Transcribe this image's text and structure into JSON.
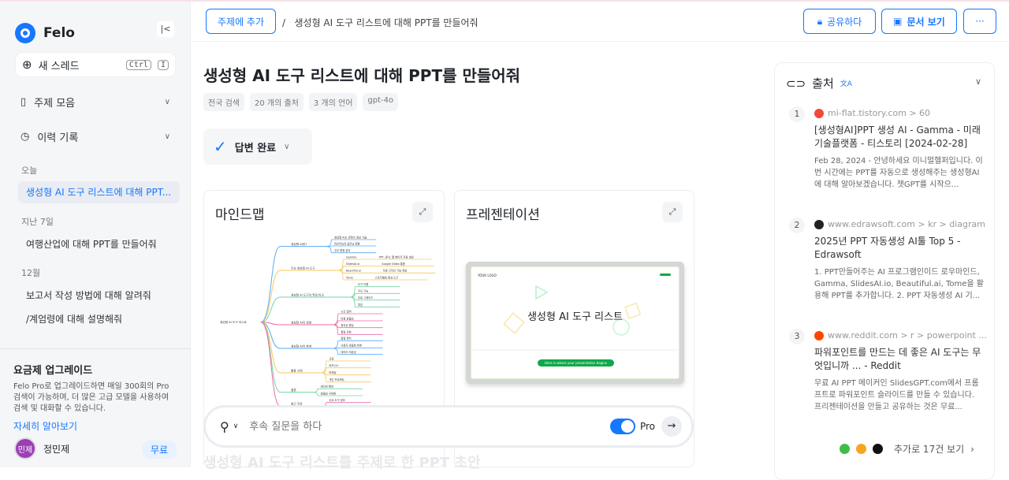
{
  "app": {
    "name": "Felo",
    "collapse_icon": "collapse-left-icon"
  },
  "sidebar": {
    "new_thread": "새 스레드",
    "shortcut": [
      "Ctrl",
      "I"
    ],
    "collections": "주제 모음",
    "history": "이력 기록",
    "groups": [
      {
        "label": "오늘",
        "items": [
          "생성형 AI 도구 리스트에 대해 PPT..."
        ]
      },
      {
        "label": "지난 7일",
        "items": [
          "여행산업에 대해 PPT를 만들어줘"
        ]
      },
      {
        "label": "12월",
        "items": [
          "보고서 작성 방법에 대해 알려줘",
          "/계엄령에 대해 설명해줘"
        ]
      }
    ],
    "upgrade": {
      "title": "요금제 업그레이드",
      "desc": "Felo Pro로 업그레이드하면 매일 300회의 Pro 검색이 가능하며, 더 많은 고급 모델을 사용하여 검색 및 대화할 수 있습니다.",
      "link": "자세히 알아보기"
    },
    "user": {
      "avatar": "민제",
      "name": "정민제",
      "plan": "무료"
    }
  },
  "topbar": {
    "add_topic": "주제에 추가",
    "separator": "/",
    "breadcrumb": "생성형 AI 도구 리스트에 대해 PPT를 만들어줘",
    "share": "공유하다",
    "view_doc": "문서 보기",
    "more": "···"
  },
  "main": {
    "title": "생성형 AI 도구 리스트에 대해 PPT를 만들어줘",
    "tags": [
      "전국 검색",
      "20 개의 출처",
      "3 개의 언어",
      "gpt-4o"
    ],
    "status": "답변 완료",
    "mindmap": {
      "title": "마인드맵",
      "root": "생성형 AI 도구 리스트",
      "branches": [
        {
          "label": "생성형 AI란?",
          "color": "#5aa9f7",
          "children": [
            "생성형 AI는 콘텐츠 생성 기술",
            "머신러닝과 딥러닝 활용",
            "주요 활용 분야"
          ]
        },
        {
          "label": "주요 생성형 AI 도구",
          "color": "#f9c75e",
          "children": [
            "Gamma",
            "SlidesAI.io",
            "Beautiful.ai",
            "Tome"
          ],
          "notes": [
            "PPT, 문서, 웹 페이지 자동 생성",
            "Google Slides 통합",
            "자동 디자인 기능 제공",
            "스토리텔링 중심 도구"
          ]
        },
        {
          "label": "생성형 AI 도구의 특징 비교",
          "color": "#6fd6a0",
          "children": [
            "도구 이름",
            "주요 기능",
            "무료 그레이드",
            "특징"
          ]
        },
        {
          "label": "생성형 AI의 장점",
          "color": "#ee6aa7",
          "children": [
            "시간 절약",
            "비용 효율성",
            "창의성 향상",
            "협업 강화"
          ]
        },
        {
          "label": "생성형 AI의 한계",
          "color": "#5aa9f7",
          "children": [
            "품질 편차",
            "사용자 맞춤화 한계",
            "데이터 의존성"
          ]
        },
        {
          "label": "활용 사례",
          "color": "#f9c75e",
          "children": [
            "교육",
            "비즈니스",
            "마케팅",
            "개인 프로젝트"
          ]
        },
        {
          "label": "결론",
          "color": "#6fd6a0",
          "children": [
            "생산성 향상",
            "효율성 극대화"
          ]
        },
        {
          "label": "참고 자료",
          "color": "#ee6aa7",
          "children": [
            "주요 도구 정보"
          ]
        }
      ]
    },
    "presentation": {
      "title": "프레젠테이션",
      "logo": "YOUR LOGO",
      "slide_title": "생성형 AI  도구 리스트",
      "slide_button": "Here is where your presentation begins"
    },
    "ask": {
      "placeholder": "후속 질문을 하다",
      "pro": "Pro",
      "pro_enabled": true
    },
    "next_heading": "생성형 AI 도구 리스트를 주제로 한 PPT 초안"
  },
  "sources": {
    "title": "출처",
    "items": [
      {
        "num": "1",
        "site": "mi-flat.tistory.com > 60",
        "fav_color": "#f04a3a",
        "title": "[생성형AI]PPT 생성 AI - Gamma - 미래기술플랫폼 - 티스토리  [2024-02-28]",
        "snippet": "Feb 28, 2024 - 안녕하세요 미니멀헬퍼입니다. 이번 시간에는 PPT를 자동으로 생성해주는 생성형AI에 대해 알아보겠습니다. 챗GPT를 시작으..."
      },
      {
        "num": "2",
        "site": "www.edrawsoft.com > kr > diagram...",
        "fav_color": "#222222",
        "title": "2025년 PPT 자동생성 AI툴 Top 5 - Edrawsoft",
        "snippet": "1. PPT만들어주는 AI 프로그램인이드 로우마인드, Gamma, SlidesAI.io, Beautiful.ai, Tome을 활용해 PPT를 추가합니다. 2. PPT 자동생성 AI 기..."
      },
      {
        "num": "3",
        "site": "www.reddit.com > r > powerpoint ...",
        "fav_color": "#ff4500",
        "title": "파워포인트를 만드는 데 좋은 AI 도구는 무엇입니까 ... - Reddit",
        "snippet": "무료 AI PPT 메이커인 SlidesGPT.com에서 프롬프트로 파워포인트 슬라이드를 만들 수 있습니다. 프리젠테이션을 만들고 공유하는 것은 무료..."
      }
    ],
    "more": "추가로 17건 보기",
    "more_icons": [
      "blog-icon",
      "info-icon",
      "medium-icon"
    ]
  },
  "colors": {
    "accent": "#1677ff",
    "active_bg": "#e9ecf2"
  }
}
